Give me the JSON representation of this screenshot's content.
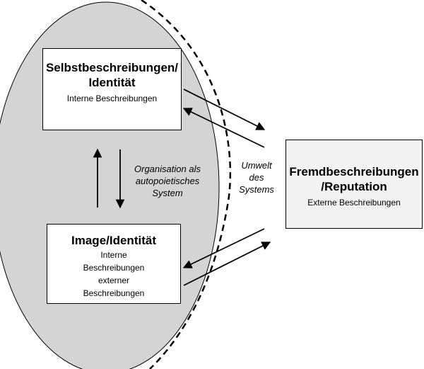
{
  "boxes": {
    "self": {
      "title": "Selbstbeschreibungen/ Identität",
      "subtitle": "Interne Beschreibungen"
    },
    "image": {
      "title": "Image/Identität",
      "lines": [
        "Interne",
        "Beschreibungen",
        "externer",
        "Beschreibungen"
      ]
    },
    "fremd": {
      "title": "Fremdbeschreibungen /Reputation",
      "subtitle": "Externe Beschreibungen"
    }
  },
  "labels": {
    "organisation": [
      "Organisation als",
      "autopoietisches",
      "System"
    ],
    "umwelt": [
      "Umwelt",
      "des",
      "Systems"
    ]
  },
  "colors": {
    "system_fill": "#d4d4d4",
    "box_fill": "#ffffff",
    "environment_box_fill": "#f2f2f2",
    "stroke": "#000000"
  }
}
